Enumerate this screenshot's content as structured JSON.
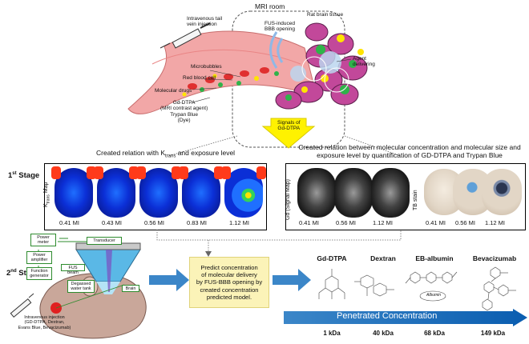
{
  "top": {
    "mri_room": "MRI room",
    "injection": "Intravenous tail\nvein injection",
    "fus_opening": "FUS-induced\nBBB opening",
    "rat_brain": "Rat brain tissue",
    "agent_delivering": "Agent\ndelivering",
    "microbubbles": "Microbubbles",
    "red_blood_cell": "Red blood cell",
    "molecular_drugs": "Molecular drugs",
    "gd_dtpa": "Gd-DTPA\n(MRI contrast agent)\nTrypan Blue\n(Dye)",
    "signals": "Signals of\nGd-DTPA"
  },
  "stage1": {
    "label_main": "1",
    "label_sup": "st",
    "label_rest": " Stage",
    "left_caption_a": "Created relation with K",
    "left_caption_sub": "trans",
    "left_caption_b": " and exposure level",
    "right_caption": "Created relation between molecular concentration and  molecular size and\nexposure level by quantification of GD-DTPA and Trypan Blue",
    "ktrans_label_a": "K",
    "ktrans_label_sub": "trans",
    "ktrans_label_b": " Map",
    "ktrans_levels": [
      "0.41 MI",
      "0.43 MI",
      "0.56 MI",
      "0.83 MI",
      "1.12 MI"
    ],
    "gd_label": "Gd (Signal Map)",
    "gd_levels": [
      "0.41 MI",
      "0.56 MI",
      "1.12 MI"
    ],
    "tb_label": "TB stain",
    "tb_levels": [
      "0.41 MI",
      "0.56 MI",
      "1.12 MI"
    ]
  },
  "stage2": {
    "label_main": "2",
    "label_sup": "nd",
    "label_rest": " Stage",
    "power_meter": "Power\nmeter",
    "transducer": "Transducer",
    "power_amplifier": "Power\namplifier",
    "function_generator": "Function\ngenerator",
    "fus_beam": "FUS beam",
    "degassed": "Degassed\nwater tank",
    "brain": "Brain",
    "injection": "Intravenous injection\n(GD-DTPA, Dextran,\nEvans Blue, Bevacizumab)",
    "predict": "Predict concentration\nof molecular delivery\nby FUS-BBB opening by\ncreated  concentration\npredicted model.",
    "molecules": [
      {
        "name": "Gd-DTPA",
        "size": "1 kDa"
      },
      {
        "name": "Dextran",
        "size": "40 kDa"
      },
      {
        "name": "EB-albumin",
        "size": "68 kDa"
      },
      {
        "name": "Bevacizumab",
        "size": "149 kDa"
      }
    ],
    "albumin": "Albumin",
    "penetrated": "Penetrated  Concentration"
  },
  "colors": {
    "vessel": "#f2a0a0",
    "tissue": "#c2489a",
    "arrow_blue": "#3b86c8",
    "predict_bg": "#fbf3b8",
    "green_box": "#2e8b2e"
  }
}
